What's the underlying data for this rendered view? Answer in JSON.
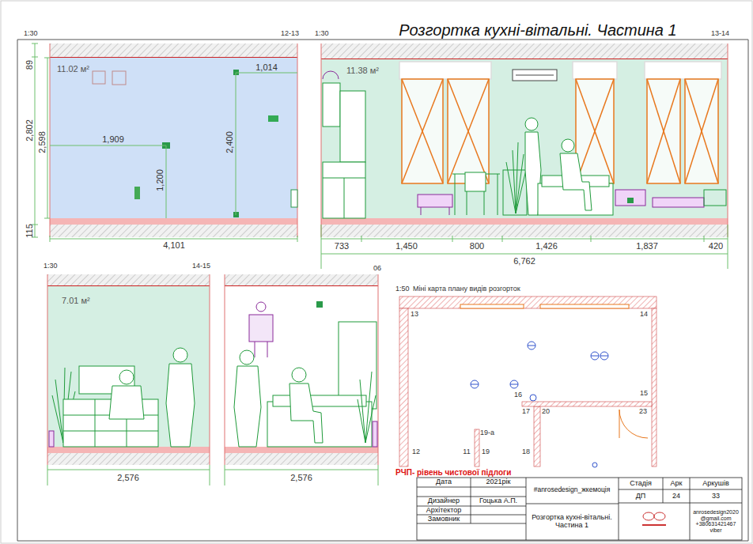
{
  "diagram": {
    "title": "Розгортка кухні-вітальні. Частина 1",
    "nodes": [
      {
        "text": [
          "11.02 м²"
        ]
      },
      {
        "text": [
          "11.38 м²"
        ]
      },
      {
        "text": [
          "7.01 м²"
        ]
      }
    ],
    "labels": [
      "1:30",
      "12-13",
      "89",
      "2,802",
      "2,598",
      "115",
      "1,909",
      "1,200",
      "2,400",
      "1,014",
      "4,101",
      "1:30",
      "13-14",
      "733",
      "1,450",
      "800",
      "1,426",
      "1,837",
      "420",
      "6,762",
      "1:30",
      "14-15",
      "2,576",
      "06",
      "2,576",
      "1:50",
      "Міні карта плану видів розгорток",
      "13",
      "14",
      "16",
      "15",
      "17",
      "20",
      "23",
      "19-а",
      "12",
      "11",
      "19",
      "18",
      "РЧП- рівень чистової підлоги",
      "Дата",
      "2021рік",
      "#anrosedesign_жкемоція",
      "Стадія",
      "Арк",
      "Аркушів",
      "Дизайнер",
      "Гоцька А.П.",
      "ДП",
      "24",
      "33",
      "Архітектор",
      "Замовник",
      "Розгортка кухні-вітальні. Частина 1",
      "anrosedesign2020 @gmail.com +380631421467 viber"
    ]
  }
}
